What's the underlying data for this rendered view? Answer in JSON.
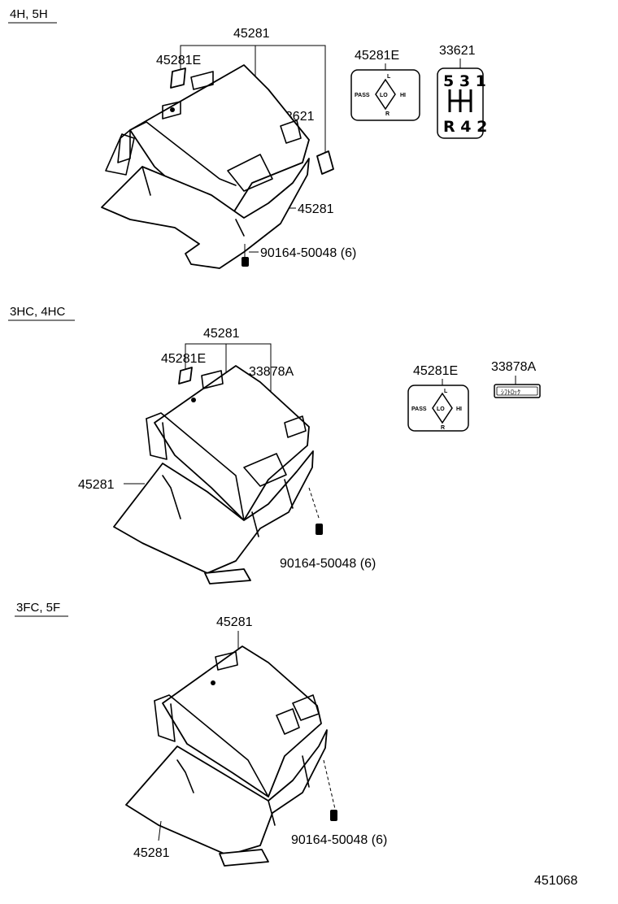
{
  "sections": [
    {
      "heading": "4H, 5H",
      "labels": {
        "cover_top": "45281",
        "emblem_left": "45281E",
        "label_right": "33621",
        "cover_lower": "45281",
        "screw": "90164-50048 (6)"
      },
      "insets": {
        "emblem_title": "45281E",
        "gear_title": "33621"
      }
    },
    {
      "heading": "3HC, 4HC",
      "labels": {
        "cover_top": "45281",
        "emblem_left": "45281E",
        "label_right": "33878A",
        "cover_lower": "45281",
        "screw": "90164-50048 (6)"
      },
      "insets": {
        "emblem_title": "45281E",
        "plate_title": "33878A"
      }
    },
    {
      "heading": "3FC, 5F",
      "labels": {
        "cover_top": "45281",
        "cover_lower": "45281",
        "screw": "90164-50048 (6)"
      }
    }
  ],
  "switch_emblem": {
    "pass": "PASS",
    "lo": "LO",
    "hi": "HI",
    "l": "L",
    "r": "R"
  },
  "gear_pattern": {
    "top_row": "5 3 1",
    "bottom_row": "R 4 2"
  },
  "plate_text": "ｼﾌﾄﾛｯｸ",
  "diagram_number": "451068"
}
